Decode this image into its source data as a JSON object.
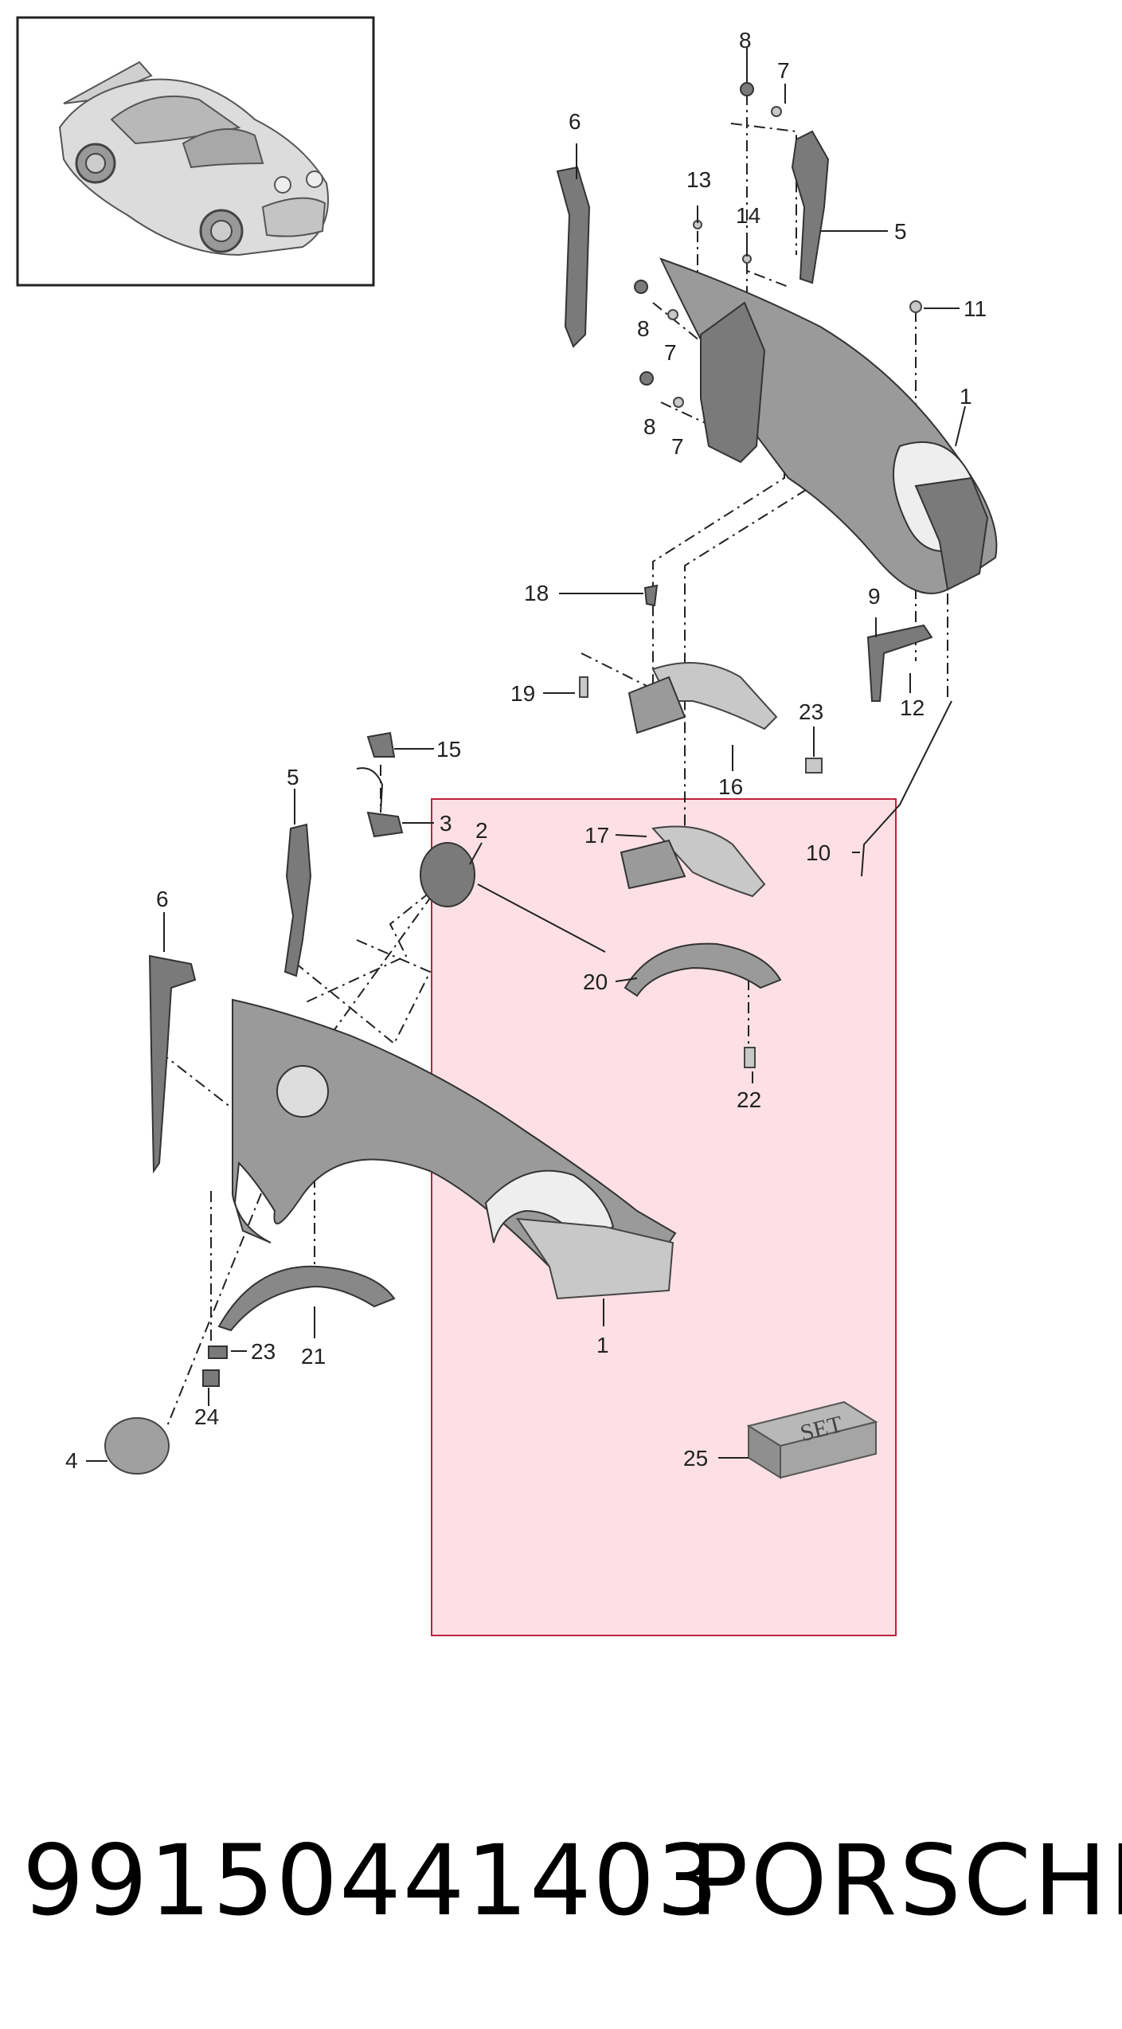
{
  "diagram": {
    "callouts": {
      "c1a": "1",
      "c1b": "1",
      "c2": "2",
      "c3": "3",
      "c4": "4",
      "c5a": "5",
      "c5b": "5",
      "c6a": "6",
      "c6b": "6",
      "c7a": "7",
      "c7b": "7",
      "c7c": "7",
      "c8a": "8",
      "c8b": "8",
      "c8c": "8",
      "c9": "9",
      "c10": "10",
      "c11": "11",
      "c12": "12",
      "c13": "13",
      "c14": "14",
      "c15": "15",
      "c16": "16",
      "c17": "17",
      "c18": "18",
      "c19": "19",
      "c20": "20",
      "c21": "21",
      "c22": "22",
      "c23a": "23",
      "c23b": "23",
      "c24": "24",
      "c25": "25"
    },
    "set_label": "SET",
    "highlight_color": "#fde0e6",
    "highlight_border": "#c0223a"
  },
  "footer": {
    "part_number": "99150441403",
    "brand": "PORSCHE"
  }
}
